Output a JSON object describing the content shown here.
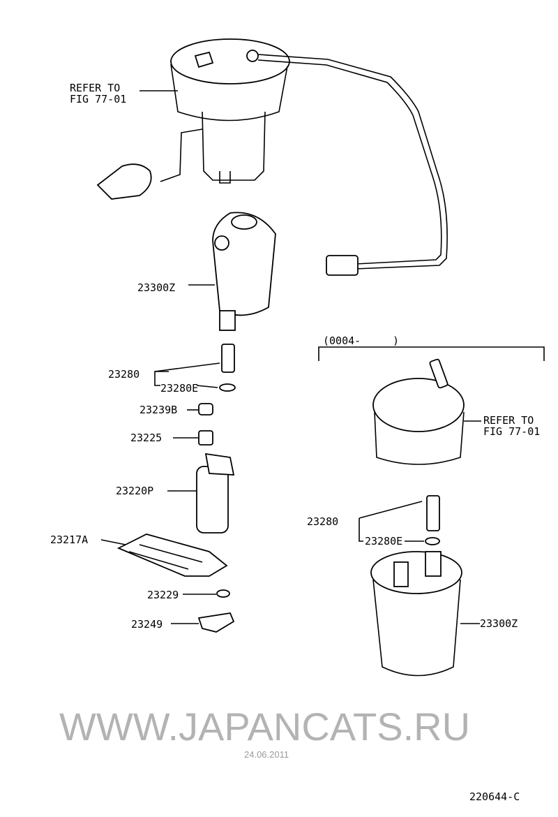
{
  "diagram": {
    "main_assembly": {
      "refer_line1": "REFER TO",
      "refer_line2": "FIG 77-01"
    },
    "parts_left": [
      {
        "code": "23300Z"
      },
      {
        "code": "23280"
      },
      {
        "code": "23280E"
      },
      {
        "code": "23239B"
      },
      {
        "code": "23225"
      },
      {
        "code": "23220P"
      },
      {
        "code": "23217A"
      },
      {
        "code": "23229"
      },
      {
        "code": "23249"
      }
    ],
    "variant": {
      "range_open": "(0004-",
      "range_close": ")",
      "refer_line1": "REFER TO",
      "refer_line2": "FIG 77-01",
      "parts": [
        {
          "code": "23280"
        },
        {
          "code": "23280E"
        },
        {
          "code": "23300Z"
        }
      ]
    },
    "figure_id": "220644-C"
  },
  "watermark": {
    "text": "WWW.JAPANCATS.RU",
    "date": "24.06.2011"
  }
}
